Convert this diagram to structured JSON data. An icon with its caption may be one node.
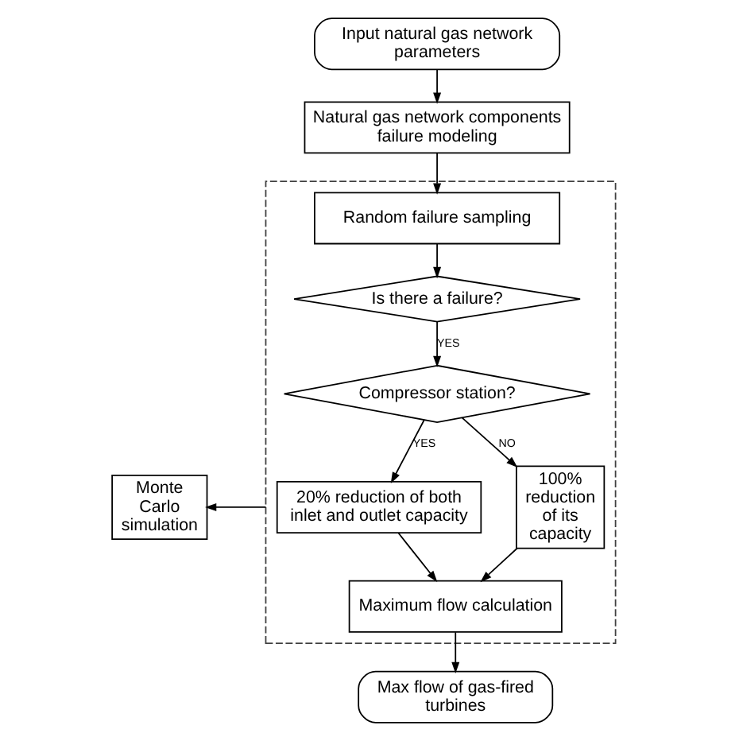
{
  "diagram": {
    "nodes": [
      {
        "text": [
          "Input natural gas network parameters"
        ]
      },
      {
        "text": [
          "Natural gas network components failure modeling"
        ]
      },
      {
        "text": [],
        "shape": "box"
      },
      {
        "text": [
          "Random failure sampling"
        ],
        "in": 2
      },
      {
        "text": [
          "Is there a failure?"
        ],
        "in": 2
      },
      {
        "text": [
          "Compressor station?"
        ],
        "in": 2
      },
      {
        "text": [
          "20% reduction of both inlet and outlet capacity"
        ],
        "in": 2
      },
      {
        "text": [
          "100% reduction of its capacity"
        ],
        "in": 2
      },
      {
        "text": [
          "Maximum flow calculation"
        ],
        "in": 2
      },
      {
        "text": [
          "Monte Carlo simulation"
        ]
      },
      {
        "text": [
          "Max flow of gas-fired turbines"
        ]
      }
    ],
    "edges": [
      {
        "from": 0,
        "to": 1,
        "arrow": "to"
      },
      {
        "from": 1,
        "to": 3,
        "arrow": "to"
      },
      {
        "from": 3,
        "to": 4,
        "arrow": "to"
      },
      {
        "from": 4,
        "to": 5,
        "arrow": "to",
        "label": "YES"
      },
      {
        "from": 5,
        "to": 6,
        "arrow": "to",
        "label": "YES"
      },
      {
        "from": 5,
        "to": 7,
        "arrow": "to",
        "label": "NO"
      },
      {
        "from": 6,
        "to": 8,
        "arrow": "to"
      },
      {
        "from": 7,
        "to": 8,
        "arrow": "to"
      },
      {
        "from": 2,
        "to": 9,
        "arrow": "to"
      },
      {
        "from": 8,
        "to": 10,
        "arrow": "to"
      }
    ]
  }
}
